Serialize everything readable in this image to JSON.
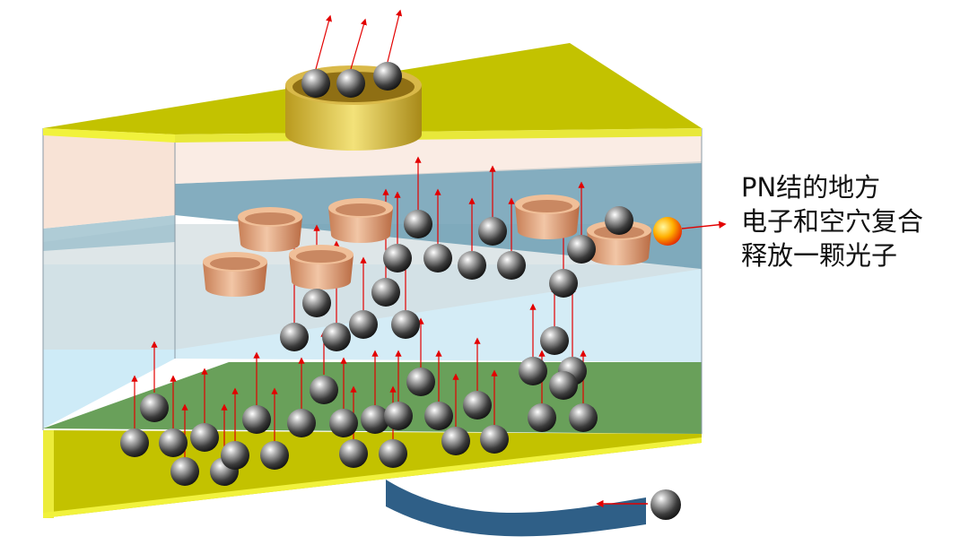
{
  "caption": {
    "line1": "PN结的地方",
    "line2": "电子和空穴复合",
    "line3": "释放一颗光子"
  },
  "colors": {
    "plate_yellow": "#c3c200",
    "p_layer_tint": "#f6d9c8",
    "junction_blue": "#6f9fb4",
    "n_layer_tint": "#c9e9f6",
    "substrate_green": "#69a05a",
    "wire_blue": "#2f5f87",
    "arrow_red": "#e30000",
    "hole_copper": "#d9946a",
    "electron_gray": "#3a3a3a",
    "photon": "#ff8a00"
  },
  "icons": {
    "electron": "electron-sphere-icon",
    "hole": "hole-cup-icon",
    "photon": "photon-sphere-icon",
    "flow_arrow": "arrow-icon"
  }
}
